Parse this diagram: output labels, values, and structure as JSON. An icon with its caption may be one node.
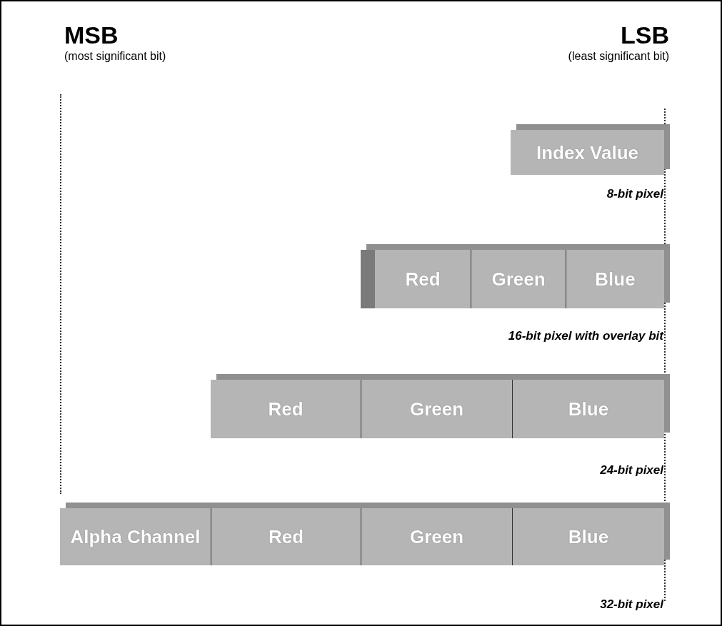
{
  "diagram": {
    "nodes": [
      {
        "text": [
          "Index Value"
        ]
      },
      {
        "text": [],
        "shape": "bar"
      },
      {
        "text": [
          "Red"
        ]
      },
      {
        "text": [
          "Green"
        ]
      },
      {
        "text": [
          "Blue"
        ]
      },
      {
        "text": [
          "Red"
        ]
      },
      {
        "text": [
          "Green"
        ]
      },
      {
        "text": [
          "Blue"
        ]
      },
      {
        "text": [
          "Alpha Channel"
        ]
      },
      {
        "text": [
          "Red"
        ]
      },
      {
        "text": [
          "Green"
        ]
      },
      {
        "text": [
          "Blue"
        ]
      }
    ],
    "edges": [],
    "labels": [
      "MSB",
      "(most significant bit)",
      "LSB",
      "(least significant bit)",
      "8-bit pixel",
      "16-bit pixel with overlay bit",
      "24-bit pixel",
      "32-bit pixel"
    ]
  }
}
